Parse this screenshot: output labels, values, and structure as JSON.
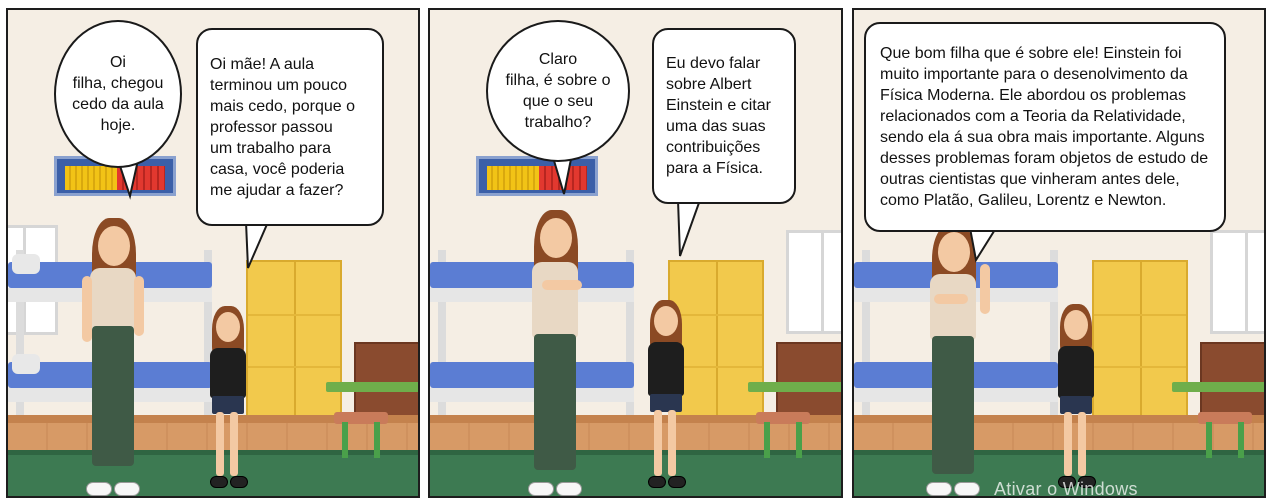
{
  "panels": [
    {
      "bubbles": {
        "left": "Oi\nfilha, chegou\ncedo da aula\nhoje.",
        "right": "Oi mãe! A aula\nterminou um pouco\nmais cedo, porque o\nprofessor passou\num trabalho para\ncasa, você poderia\nme ajudar a fazer?"
      }
    },
    {
      "bubbles": {
        "left": "Claro\nfilha, é sobre o\nque o seu\ntrabalho?",
        "right": "Eu devo falar\nsobre Albert\nEinstein e citar\numa das suas\ncontribuições\npara a Física."
      }
    },
    {
      "bubbles": {
        "main": "Que bom filha que é sobre ele! Einstein foi\nmuito importante para o desenolvimento da\nFísica Moderna. Ele abordou os problemas\nrelacionados com a Teoria da Relatividade,\nsendo ela á sua obra mais importante. Alguns\ndesses problemas foram objetos de estudo de\noutras cientistas que vinheram antes dele,\ncomo Platão, Galileu, Lorentz e Newton."
      }
    }
  ],
  "watermark": "Ativar o Windows",
  "colors": {
    "wall": "#f5eee4",
    "floor": "#d79a66",
    "rug": "#3d7a52",
    "wardrobe": "#f2c94c",
    "bed": "#5b7dd3",
    "shelf": "#3b5fa8"
  }
}
